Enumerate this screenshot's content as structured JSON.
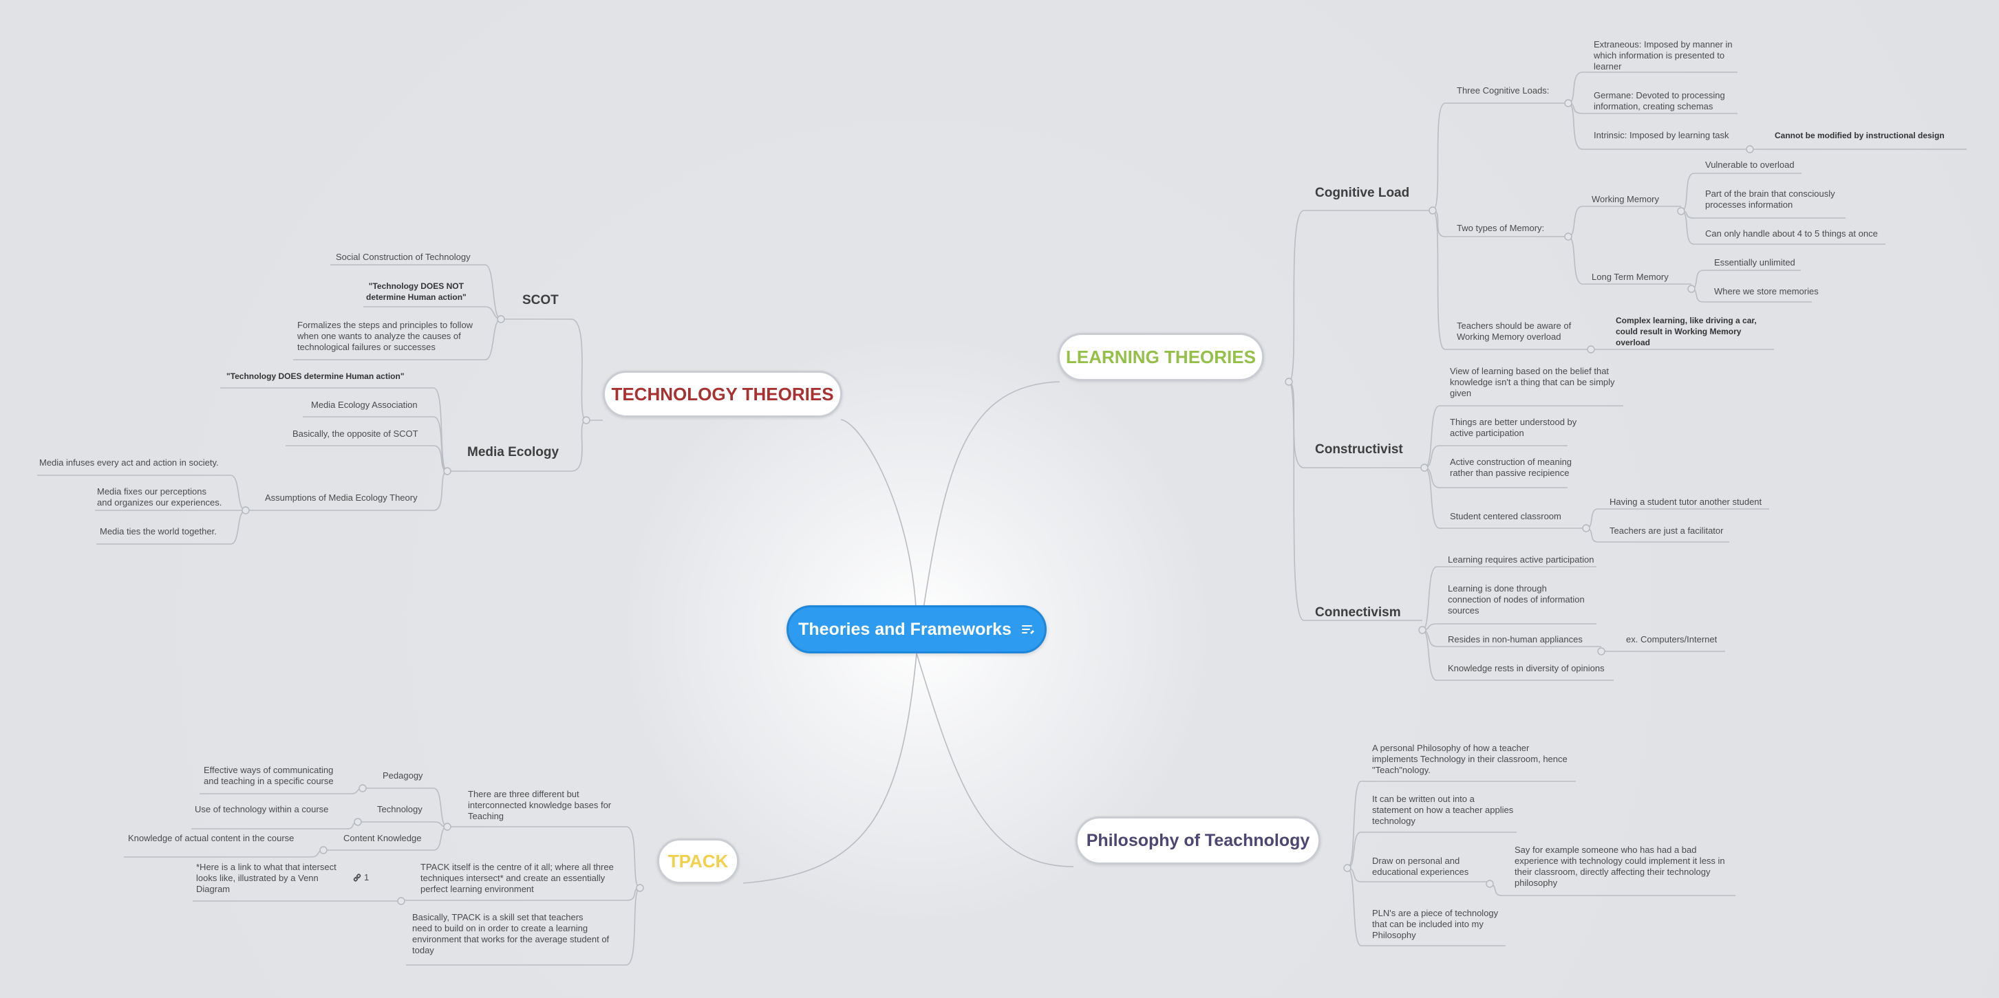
{
  "central": {
    "title": "Theories and Frameworks",
    "icon": "notes-icon"
  },
  "colors": {
    "central": "#2d9cf0",
    "technology": "#a83232",
    "learning": "#94c047",
    "tpack": "#f2d04b",
    "philosophy": "#4e4672"
  },
  "technology": {
    "title": "TECHNOLOGY THEORIES",
    "scot": {
      "label": "SCOT",
      "items": [
        "Social Construction of Technology",
        "\"Technology DOES NOT\ndetermine Human action\"",
        "Formalizes the steps and principles to follow\nwhen one wants to analyze the causes of\ntechnological failures or successes"
      ]
    },
    "media": {
      "label": "Media Ecology",
      "items": [
        "\"Technology DOES determine Human action\"",
        "Media Ecology Association",
        "Basically, the opposite of SCOT",
        "Assumptions of Media Ecology Theory"
      ],
      "assumptions": [
        "Media infuses every act and action in society.",
        "Media fixes our perceptions\nand organizes our experiences.",
        "Media ties the world together."
      ]
    }
  },
  "learning": {
    "title": "LEARNING THEORIES",
    "cognitive": {
      "label": "Cognitive Load",
      "three_loads": "Three Cognitive Loads:",
      "loads": [
        "Extraneous: Imposed by manner in\nwhich information is presented to\nlearner",
        "Germane: Devoted to processing\ninformation, creating schemas",
        "Intrinsic: Imposed by learning task"
      ],
      "intrinsic_note": "Cannot be modified by instructional design",
      "two_memory": "Two types of Memory:",
      "working": "Working Memory",
      "working_items": [
        "Vulnerable to overload",
        "Part of the brain that consciously\nprocesses information",
        "Can only handle about 4 to 5 things at once"
      ],
      "long_term": "Long Term Memory",
      "long_items": [
        "Essentially unlimited",
        "Where we store memories"
      ],
      "teachers": "Teachers should be aware of\nWorking Memory overload",
      "teachers_note": "Complex learning, like driving a car,\ncould result in Working Memory\noverload"
    },
    "constructivist": {
      "label": "Constructivist",
      "items": [
        "View of learning based on the belief that\nknowledge isn't a thing that can be simply\ngiven",
        "Things are better understood by\nactive participation",
        "Active construction of meaning\nrather than passive recipience",
        "Student centered classroom"
      ],
      "student_items": [
        "Having a student tutor another student",
        "Teachers are just a facilitator"
      ]
    },
    "connectivism": {
      "label": "Connectivism",
      "items": [
        "Learning requires active participation",
        "Learning is done through\nconnection of nodes of information\nsources",
        "Resides in non-human appliances",
        "Knowledge rests in diversity of opinions"
      ],
      "resides_note": "ex. Computers/Internet"
    }
  },
  "tpack": {
    "title": "TPACK",
    "intro": "There are three different but\ninterconnected knowledge bases for\nTeaching",
    "bases": [
      "Pedagogy",
      "Technology",
      "Content Knowledge"
    ],
    "base_notes": [
      "Effective ways of communicating\nand teaching in a specific course",
      "Use of technology within a course",
      "Knowledge of actual content in the course"
    ],
    "centre": "TPACK itself is the centre of it all; where all three\ntechniques intersect* and create an essentially\nperfect learning environment",
    "link_note": "*Here is a link to what that intersect\nlooks like, illustrated by a Venn\nDiagram",
    "link_count": "1",
    "skillset": "Basically, TPACK is a skill set that teachers\nneed to build on in order to create a learning\nenvironment that works for the average student of\ntoday"
  },
  "philosophy": {
    "title": "Philosophy of Teachnology",
    "items": [
      "A personal Philosophy of how a teacher\nimplements Technology in their classroom, hence\n\"Teach\"nology.",
      "It can be written out into a\nstatement on how a teacher applies\ntechnology",
      "Draw on personal and\neducational experiences",
      "PLN's are a piece of technology\nthat can be included into my\nPhilosophy"
    ],
    "experience_note": "Say for example someone who has had a bad\nexperience with technology could implement it less in\ntheir classroom, directly affecting their technology\nphilosophy"
  }
}
